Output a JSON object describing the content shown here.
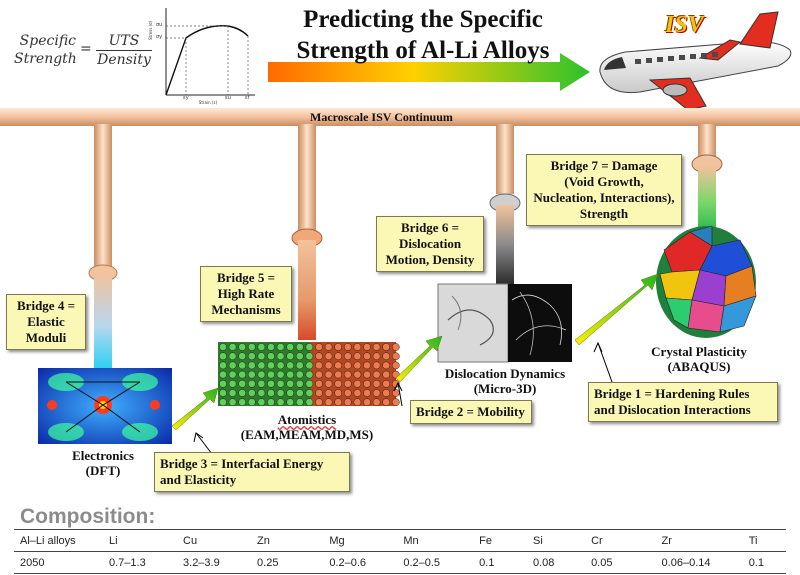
{
  "formula": {
    "lhs_line1": "Specific",
    "lhs_line2": "Strength",
    "equals": "=",
    "numerator": "UTS",
    "denominator": "Density"
  },
  "curve_graph": {
    "xlabel": "Strain (ε)",
    "ylabel": "Stress (σ)",
    "y_ticks": [
      "σu",
      "σy"
    ],
    "x_ticks": [
      "εy",
      "εu",
      "εf"
    ]
  },
  "title": {
    "line1": "Predicting the Specific",
    "line2": "Strength of Al-Li Alloys"
  },
  "logo": "ISV",
  "macroscale_label": "Macroscale ISV Continuum",
  "bridges": {
    "b1": [
      "Bridge 1 = Hardening Rules",
      "and Dislocation Interactions"
    ],
    "b2": [
      "Bridge 2 = Mobility"
    ],
    "b3": [
      "Bridge 3 = Interfacial Energy",
      "and Elasticity"
    ],
    "b4": [
      "Bridge 4 =",
      "Elastic",
      "Moduli"
    ],
    "b5": [
      "Bridge 5 =",
      "High Rate",
      "Mechanisms"
    ],
    "b6": [
      "Bridge 6 =",
      "Dislocation",
      "Motion, Density"
    ],
    "b7": [
      "Bridge 7 = Damage",
      "(Void Growth,",
      "Nucleation, Interactions),",
      "Strength"
    ]
  },
  "scales": {
    "electronics": [
      "Electronics",
      "(DFT)"
    ],
    "atomistics_line1": "Atomistics",
    "atomistics_line2": "(EAM,MEAM,MD,MS)",
    "dislocation": [
      "Dislocation Dynamics",
      "(Micro-3D)"
    ],
    "crystal": [
      "Crystal Plasticity",
      "(ABAQUS)"
    ]
  },
  "composition": {
    "heading": "Composition:",
    "headers": [
      "Al–Li alloys",
      "Li",
      "Cu",
      "Zn",
      "Mg",
      "Mn",
      "Fe",
      "Si",
      "Cr",
      "Zr",
      "Ti"
    ],
    "row": [
      "2050",
      "0.7–1.3",
      "3.2–3.9",
      "0.25",
      "0.2–0.6",
      "0.2–0.5",
      "0.1",
      "0.08",
      "0.05",
      "0.06–0.14",
      "0.1"
    ]
  },
  "colors": {
    "bridge_box": "#fbf8b5",
    "pipe": "#f2c29c",
    "arrow_start": "#ffe600",
    "arrow_end": "#22bb22"
  }
}
